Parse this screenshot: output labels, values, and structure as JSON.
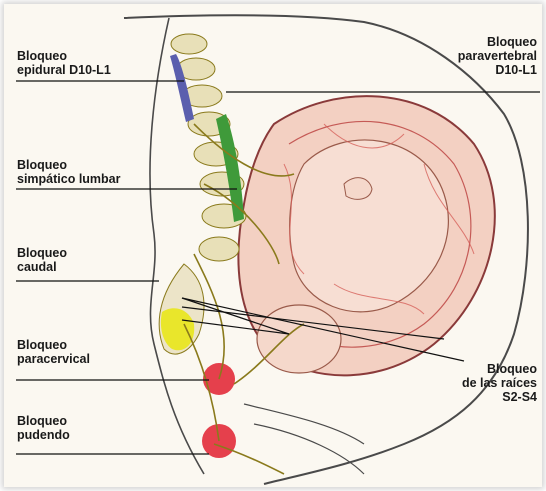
{
  "labels": {
    "epidural": "Bloqueo\nepidural D10-L1",
    "paravertebral": "Bloqueo\nparavertebral\nD10-L1",
    "simpatico": "Bloqueo\nsimpático lumbar",
    "caudal": "Bloqueo\ncaudal",
    "paracervical": "Bloqueo\nparacervical",
    "raices": "Bloqueo\nde las raíces\nS2-S4",
    "pudendo": "Bloqueo\npudendo"
  },
  "colors": {
    "epidural_region": "#5b5fae",
    "sympathetic_region": "#3f9a3a",
    "paracervical_region": "#e9e62b",
    "pudendal_region": "#e0202f",
    "nerves": "#8a7a1c",
    "uterus": "#f3d0c2",
    "vessels": "#d6605a",
    "outline": "#4a4a4a"
  }
}
